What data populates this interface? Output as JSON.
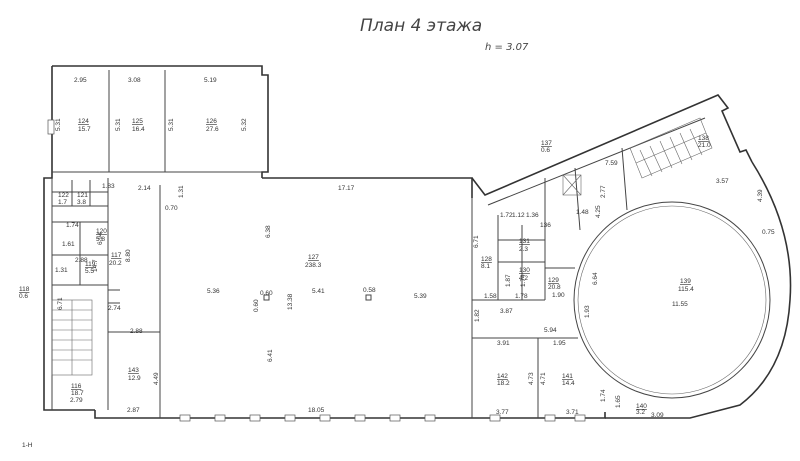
{
  "title": "План 4 этажа",
  "height_label": "h = 3.07",
  "corner_label": "1-Н",
  "rooms": [
    {
      "id": "r124",
      "num": "124",
      "area": "15.7"
    },
    {
      "id": "r125",
      "num": "125",
      "area": "16.4"
    },
    {
      "id": "r126",
      "num": "126",
      "area": "27.6"
    },
    {
      "id": "r127",
      "num": "127",
      "area": "238.3"
    },
    {
      "id": "r117",
      "num": "117",
      "area": "20.2"
    },
    {
      "id": "r120",
      "num": "120",
      "area": "5.8"
    },
    {
      "id": "r119",
      "num": "119",
      "area": "5.5"
    },
    {
      "id": "r118",
      "num": "118",
      "area": "0.6"
    },
    {
      "id": "r116",
      "num": "116",
      "area": "18.7"
    },
    {
      "id": "r143",
      "num": "143",
      "area": "12.9"
    },
    {
      "id": "r128",
      "num": "128",
      "area": "8.1"
    },
    {
      "id": "r129",
      "num": "129",
      "area": "20.8"
    },
    {
      "id": "r130",
      "num": "130",
      "area": "4.2"
    },
    {
      "id": "r131",
      "num": "131",
      "area": "2.3"
    },
    {
      "id": "r137",
      "num": "137",
      "area": "0.6"
    },
    {
      "id": "r138",
      "num": "138",
      "area": "21.0"
    },
    {
      "id": "r139",
      "num": "139",
      "area": "115.4"
    },
    {
      "id": "r142",
      "num": "142",
      "area": "18.2"
    },
    {
      "id": "r141",
      "num": "141",
      "area": "14.4"
    },
    {
      "id": "r140",
      "num": "140",
      "area": "3.2"
    }
  ],
  "small_labels": [
    "122",
    "1.7",
    "121",
    "3.8",
    "1.74",
    "1.61",
    "1.31",
    "1.72",
    "1.12",
    "1.36",
    "136"
  ],
  "dimensions": [
    "2.95",
    "3.08",
    "5.19",
    "5.31",
    "5.31",
    "5.32",
    "5.31",
    "17.17",
    "2.14",
    "1.31",
    "0.70",
    "1.83",
    "6.38",
    "0.60",
    "0.58",
    "5.36",
    "5.41",
    "5.39",
    "13.38",
    "0.60",
    "2.88",
    "2.88",
    "6.94",
    "14.7",
    "8.80",
    "6.71",
    "2.74",
    "2.79",
    "6.41",
    "4.49",
    "2.87",
    "18.05",
    "6.71",
    "1.87",
    "1.74",
    "1.58",
    "1.78",
    "3.87",
    "1.90",
    "1.82",
    "5.94",
    "3.91",
    "1.95",
    "4.73",
    "4.71",
    "3.77",
    "3.71",
    "1.74",
    "1.65",
    "3.09",
    "7.59",
    "2.77",
    "1.48",
    "4.25",
    "3.57",
    "4.39",
    "0.75",
    "6.64",
    "11.55",
    "1.93"
  ]
}
